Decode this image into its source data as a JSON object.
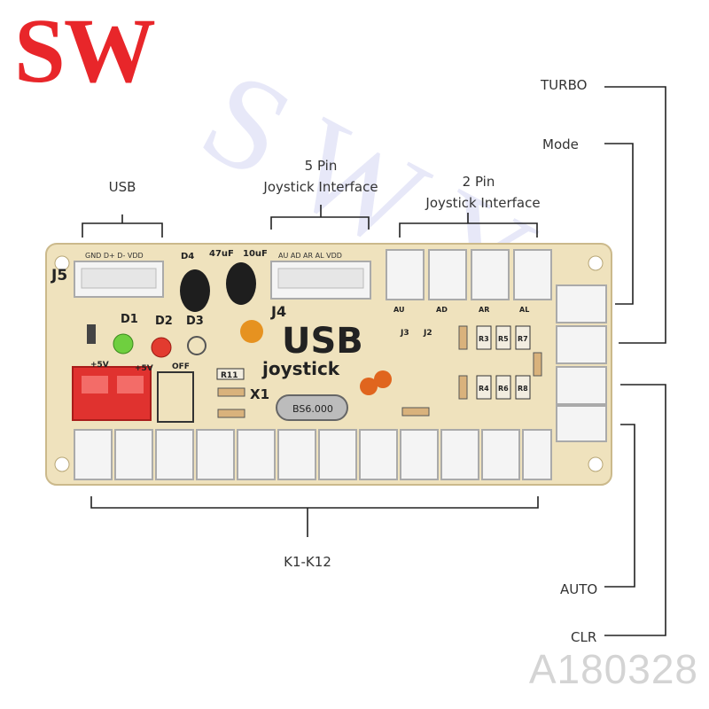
{
  "brand": {
    "logo": "SW",
    "logo_color": "#e8262a",
    "model_code": "A180328",
    "watermark": "SWY"
  },
  "callouts": {
    "usb": "USB",
    "five_pin_1": "5 Pin",
    "five_pin_2": "Joystick Interface",
    "two_pin_1": "2 Pin",
    "two_pin_2": "Joystick Interface",
    "turbo": "TURBO",
    "mode": "Mode",
    "auto": "AUTO",
    "clr": "CLR",
    "keys": "K1-K12"
  },
  "board": {
    "title": "USB",
    "subtitle": "joystick",
    "j5": "J5",
    "j4": "J4",
    "usb_pins": "GND D+ D- VDD",
    "stick_pins": "AU AD AR AL VDD",
    "d1": "D1",
    "d2": "D2",
    "d3": "D3",
    "d4": "D4",
    "cap1": "47uF",
    "cap2": "10uF",
    "p5v_1": "+5V",
    "p5v_2": "+5V",
    "off": "OFF",
    "r11": "R11",
    "x1": "X1",
    "crystal": "BS6.000",
    "au": "AU",
    "ad": "AD",
    "ar": "AR",
    "al": "AL",
    "j3": "J3",
    "j2": "J2",
    "r3": "R3",
    "r5": "R5",
    "r7": "R7",
    "r4": "R4",
    "r6": "R6",
    "r8": "R8",
    "colors": {
      "pcb": "#efe2bd",
      "connector": "#f4f4f4",
      "switch": "#e0322f"
    }
  }
}
